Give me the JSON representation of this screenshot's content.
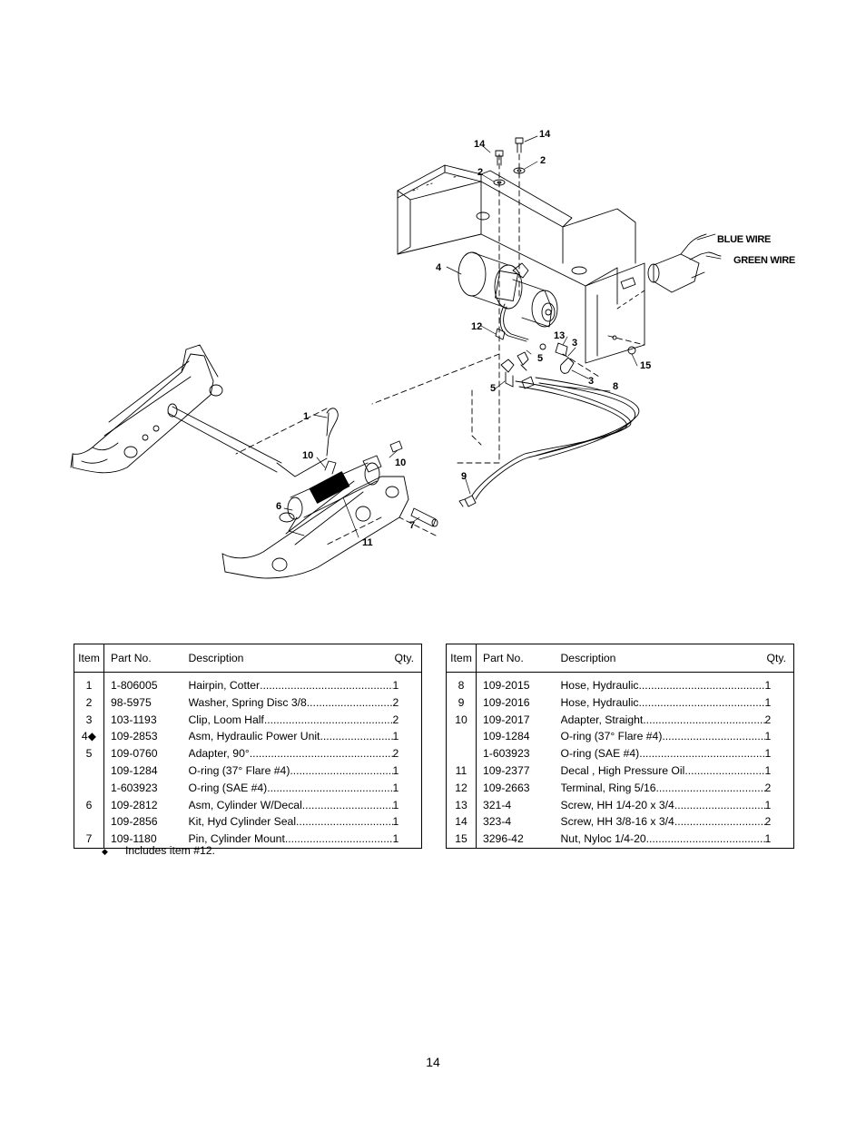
{
  "diagram": {
    "callouts": [
      "1",
      "2",
      "2",
      "3",
      "3",
      "4",
      "5",
      "5",
      "6",
      "7",
      "8",
      "9",
      "10",
      "10",
      "11",
      "12",
      "13",
      "14",
      "14",
      "15"
    ],
    "wires": {
      "blue": "BLUE WIRE",
      "green": "GREEN WIRE"
    }
  },
  "table_left": {
    "headers": {
      "item": "Item",
      "part": "Part No.",
      "desc": "Description",
      "qty": "Qty."
    },
    "rows": [
      {
        "item": "1",
        "part": "1-806005",
        "desc": "Hairpin, Cotter",
        "qty": "1"
      },
      {
        "item": "2",
        "part": "98-5975",
        "desc": "Washer, Spring Disc 3/8",
        "qty": "2"
      },
      {
        "item": "3",
        "part": "103-1193",
        "desc": "Clip, Loom Half",
        "qty": "2"
      },
      {
        "item": "4◆",
        "part": "109-2853",
        "desc": "Asm, Hydraulic Power Unit",
        "qty": "1"
      },
      {
        "item": "5",
        "part": "109-0760",
        "desc": "Adapter, 90°",
        "qty": "2"
      },
      {
        "item": "",
        "part": "109-1284",
        "desc": "O-ring (37° Flare #4)",
        "qty": "1"
      },
      {
        "item": "",
        "part": "1-603923",
        "desc": "O-ring (SAE #4)",
        "qty": "1"
      },
      {
        "item": "6",
        "part": "109-2812",
        "desc": "Asm, Cylinder W/Decal",
        "qty": "1"
      },
      {
        "item": "",
        "part": "109-2856",
        "desc": "Kit, Hyd Cylinder Seal",
        "qty": "1"
      },
      {
        "item": "7",
        "part": "109-1180",
        "desc": "Pin, Cylinder Mount",
        "qty": "1"
      }
    ]
  },
  "table_right": {
    "headers": {
      "item": "Item",
      "part": "Part No.",
      "desc": "Description",
      "qty": "Qty."
    },
    "rows": [
      {
        "item": "8",
        "part": "109-2015",
        "desc": "Hose, Hydraulic",
        "qty": "1"
      },
      {
        "item": "9",
        "part": "109-2016",
        "desc": "Hose, Hydraulic",
        "qty": "1"
      },
      {
        "item": "10",
        "part": "109-2017",
        "desc": "Adapter, Straight",
        "qty": "2"
      },
      {
        "item": "",
        "part": "109-1284",
        "desc": "O-ring (37° Flare #4)",
        "qty": "1"
      },
      {
        "item": "",
        "part": "1-603923",
        "desc": "O-ring (SAE #4)",
        "qty": "1"
      },
      {
        "item": "11",
        "part": "109-2377",
        "desc": "Decal , High Pressure Oil",
        "qty": "1"
      },
      {
        "item": "12",
        "part": "109-2663",
        "desc": "Terminal, Ring 5/16",
        "qty": "2"
      },
      {
        "item": "13",
        "part": "321-4",
        "desc": "Screw, HH 1/4-20 x 3/4",
        "qty": "1"
      },
      {
        "item": "14",
        "part": "323-4",
        "desc": "Screw, HH 3/8-16 x 3/4",
        "qty": "2"
      },
      {
        "item": "15",
        "part": "3296-42",
        "desc": "Nut, Nyloc 1/4-20",
        "qty": "1"
      }
    ]
  },
  "footnote": {
    "symbol": "◆",
    "text": "Includes item #12."
  },
  "page_number": "14"
}
